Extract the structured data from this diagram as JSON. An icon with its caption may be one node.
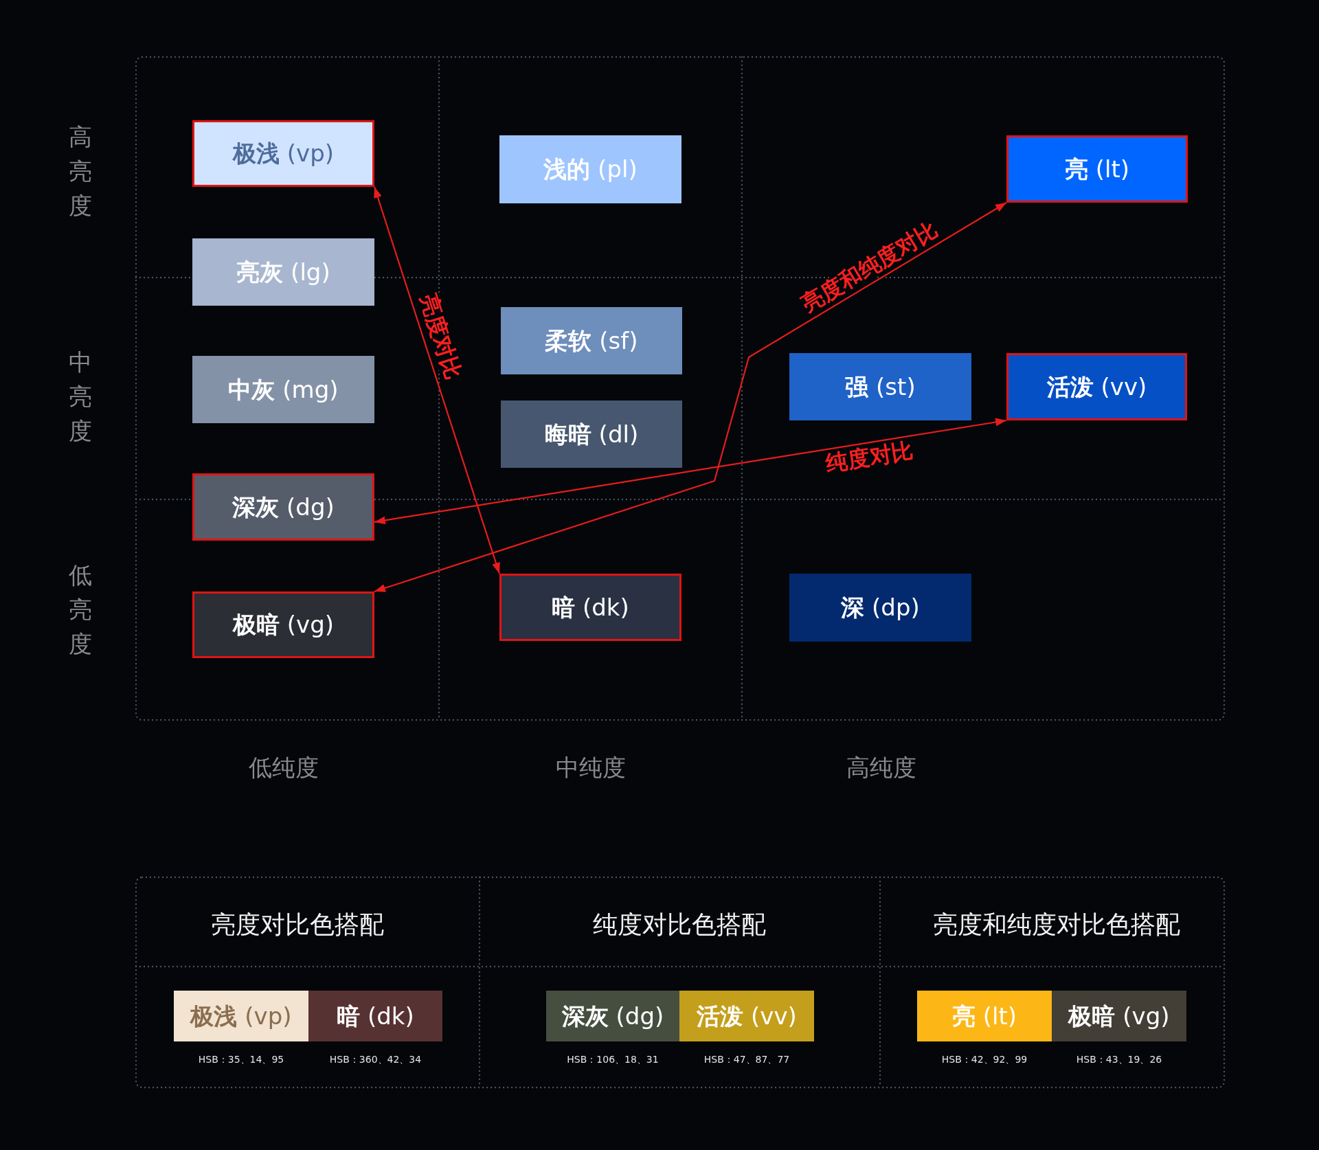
{
  "diagram": {
    "nodes": [
      {
        "text": [
          "**极浅** (vp)"
        ]
      },
      {
        "text": [
          "**浅的** (pl)"
        ]
      },
      {
        "text": [
          "**亮** (lt)"
        ]
      },
      {
        "text": [
          "**亮灰** (lg)"
        ]
      },
      {
        "text": [
          "**柔软** (sf)"
        ]
      },
      {
        "text": [
          "**强** (st)"
        ]
      },
      {
        "text": [
          "**活泼** (vv)"
        ]
      },
      {
        "text": [
          "**中灰** (mg)"
        ]
      },
      {
        "text": [
          "**晦暗** (dl)"
        ]
      },
      {
        "text": [
          "**深灰** (dg)"
        ]
      },
      {
        "text": [
          "**暗** (dk)"
        ]
      },
      {
        "text": [
          "**深** (dp)"
        ]
      },
      {
        "text": [
          "**极暗** (vg)"
        ]
      },
      {
        "text": [
          "**极浅** (vp)"
        ],
        "beside": [
          "HSB：35、14、95"
        ]
      },
      {
        "text": [
          "**暗** (dk)"
        ],
        "beside": [
          "HSB：360、42、34"
        ]
      },
      {
        "text": [
          "**深灰** (dg)"
        ],
        "beside": [
          "HSB：106、18、31"
        ]
      },
      {
        "text": [
          "**活泼** (vv)"
        ],
        "beside": [
          "HSB：47、87、77"
        ]
      },
      {
        "text": [
          "**亮** (lt)"
        ],
        "beside": [
          "HSB：42、92、99"
        ]
      },
      {
        "text": [
          "**极暗** (vg)"
        ],
        "beside": [
          "HSB：43、19、26"
        ]
      }
    ],
    "edges": [
      {
        "from": 0,
        "to": 10,
        "arrow": "both",
        "label": "亮度对比"
      },
      {
        "from": 9,
        "to": 6,
        "arrow": "both",
        "label": "纯度对比"
      },
      {
        "from": 12,
        "to": 2,
        "arrow": "both",
        "label": "亮度和纯度对比"
      }
    ],
    "labels": [
      "高亮度",
      "中亮度",
      "低亮度",
      "低纯度",
      "中纯度",
      "高纯度",
      "亮度对比色搭配",
      "纯度对比色搭配",
      "亮度和纯度对比色搭配"
    ]
  }
}
